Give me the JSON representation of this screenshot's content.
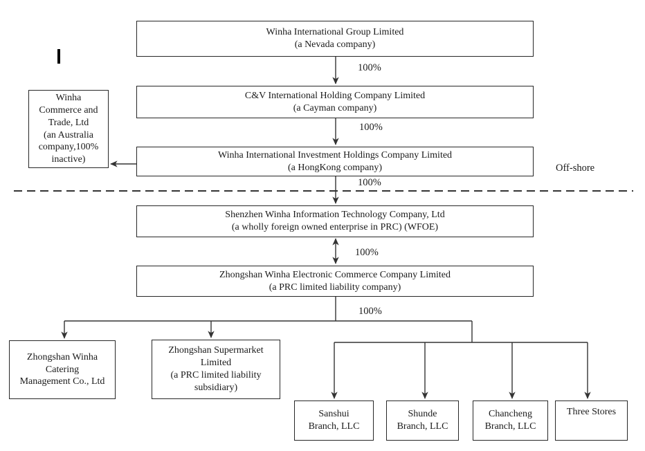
{
  "diagram": {
    "type": "org-chart",
    "region_label": "Off-shore",
    "ownership_label": "100%",
    "nodes": {
      "group": "Winha International Group Limited\n(a Nevada company)",
      "cayman": "C&V International Holding Company Limited\n(a Cayman company)",
      "hongkong": "Winha International Investment Holdings Company Limited\n(a HongKong company)",
      "australia": "Winha\nCommerce and\nTrade, Ltd\n(an Australia\ncompany,100%\ninactive)",
      "wfoe": "Shenzhen Winha Information Technology Company, Ltd\n(a wholly foreign owned enterprise in PRC) (WFOE)",
      "ecommerce": "Zhongshan Winha Electronic Commerce Company Limited\n(a PRC limited liability company)",
      "catering": "Zhongshan Winha\nCatering\nManagement Co., Ltd",
      "supermarket": "Zhongshan Supermarket\nLimited\n(a PRC limited liability\nsubsidiary)",
      "sanshui": "Sanshui\nBranch, LLC",
      "shunde": "Shunde\nBranch, LLC",
      "chancheng": "Chancheng\nBranch, LLC",
      "stores": "Three Stores"
    },
    "edges": [
      {
        "from": "group",
        "to": "cayman",
        "label": "100%"
      },
      {
        "from": "cayman",
        "to": "hongkong",
        "label": "100%"
      },
      {
        "from": "hongkong",
        "to": "australia",
        "label": ""
      },
      {
        "from": "hongkong",
        "to": "wfoe",
        "label": "100%"
      },
      {
        "from": "wfoe",
        "to": "ecommerce",
        "label": "100%",
        "double_headed": true
      },
      {
        "from": "ecommerce",
        "to": "catering",
        "label": "100%"
      },
      {
        "from": "ecommerce",
        "to": "supermarket",
        "label": "100%"
      },
      {
        "from": "ecommerce",
        "to": "sanshui",
        "label": "100%"
      },
      {
        "from": "ecommerce",
        "to": "shunde",
        "label": "100%"
      },
      {
        "from": "ecommerce",
        "to": "chancheng",
        "label": "100%"
      },
      {
        "from": "ecommerce",
        "to": "stores",
        "label": "100%"
      }
    ]
  }
}
